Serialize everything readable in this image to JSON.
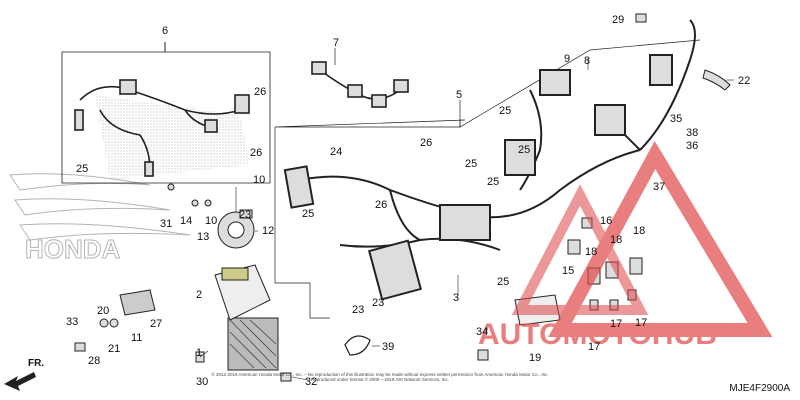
{
  "diagram": {
    "code": "MJE4F2900A",
    "direction_label": "FR.",
    "brand_watermark": "HONDA",
    "shop_watermark": "AUTOMOTOHUB",
    "footer_lines": [
      "© 2012-2019 American Honda Motor Co., Inc. – No reproduction of this illustration may be made without express written permission from American Honda Motor Co., Inc.",
      "Reproduced under license © 2000 – 2019 ARI Network Services, Inc."
    ],
    "callouts": [
      "1",
      "2",
      "3",
      "5",
      "6",
      "7",
      "8",
      "9",
      "10",
      "10",
      "11",
      "12",
      "13",
      "14",
      "15",
      "16",
      "17",
      "17",
      "17",
      "18",
      "18",
      "18",
      "19",
      "20",
      "21",
      "22",
      "23",
      "23",
      "23",
      "24",
      "25",
      "25",
      "25",
      "25",
      "25",
      "25",
      "25",
      "26",
      "26",
      "26",
      "26",
      "27",
      "28",
      "29",
      "30",
      "31",
      "32",
      "33",
      "34",
      "35",
      "36",
      "37",
      "38",
      "39"
    ]
  },
  "colors": {
    "line": "#1a1a1a",
    "part": "#2b2b2b",
    "dots": "#444444",
    "watermark_red": "#e04848"
  }
}
